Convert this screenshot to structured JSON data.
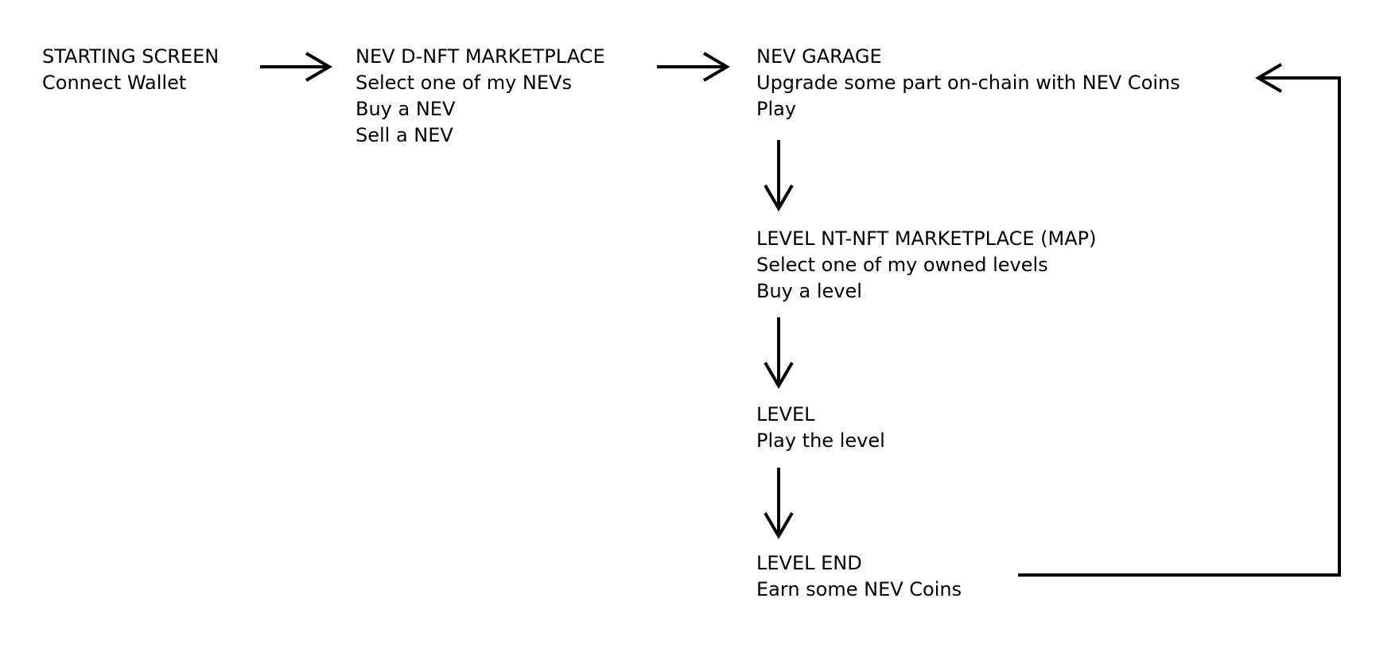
{
  "nodes": {
    "start": {
      "title": "STARTING SCREEN",
      "lines": [
        "Connect Wallet"
      ]
    },
    "marketplace": {
      "title": "NEV D-NFT MARKETPLACE",
      "lines": [
        "Select one of my NEVs",
        "Buy a NEV",
        "Sell a NEV"
      ]
    },
    "garage": {
      "title": "NEV GARAGE",
      "lines": [
        "Upgrade some part on-chain with NEV Coins",
        "Play"
      ]
    },
    "level_marketplace": {
      "title": "LEVEL NT-NFT MARKETPLACE (MAP)",
      "lines": [
        "Select one of my owned levels",
        "Buy a level"
      ]
    },
    "level": {
      "title": "LEVEL",
      "lines": [
        "Play the level"
      ]
    },
    "level_end": {
      "title": "LEVEL END",
      "lines": [
        "Earn some NEV Coins"
      ]
    }
  }
}
